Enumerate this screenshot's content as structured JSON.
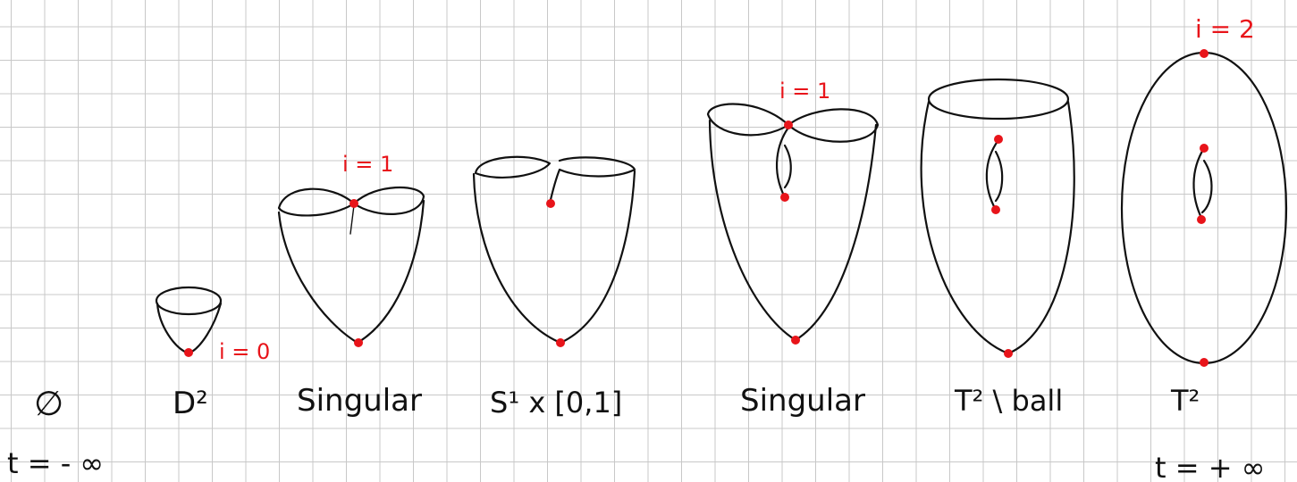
{
  "colors": {
    "ink": "#111111",
    "critical": "#e8141a",
    "grid": "#c8c8c8"
  },
  "t_start": "t = - ∞",
  "t_end": "t = + ∞",
  "stages": [
    {
      "label": "∅"
    },
    {
      "label": "D²",
      "index_label": "i = 0"
    },
    {
      "label": "Singular",
      "index_label": "i = 1"
    },
    {
      "label": "S¹ x [0,1]"
    },
    {
      "label": "Singular",
      "index_label": "i = 1"
    },
    {
      "label": "T² \\ ball"
    },
    {
      "label": "T²",
      "index_label": "i = 2"
    }
  ]
}
